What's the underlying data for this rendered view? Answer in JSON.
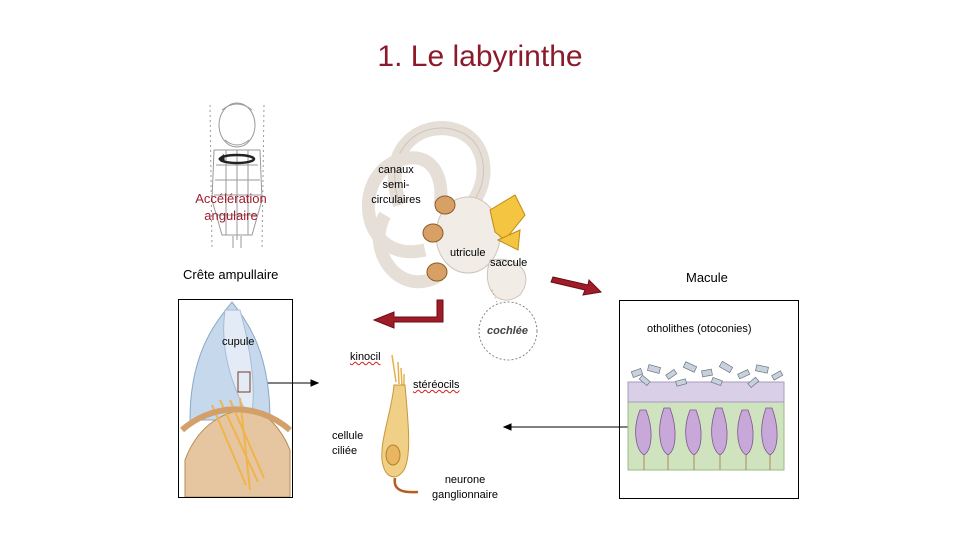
{
  "slide": {
    "title": "1. Le labyrinthe",
    "acceleration": "Accélération angulaire",
    "crete_title": "Crête ampullaire",
    "macule_title": "Macule",
    "labels": {
      "canaux": "canaux semi-circulaires",
      "canaux_l1": "canaux",
      "canaux_l2": "semi-",
      "canaux_l3": "circulaires",
      "utricule": "utricule",
      "saccule": "saccule",
      "cochlee": "cochlée",
      "cupule": "cupule",
      "kinocil": "kinocil",
      "stereocils": "stéréocils",
      "cellule_l1": "cellule",
      "cellule_l2": "ciliée",
      "neurone_l1": "neurone",
      "neurone_l2": "ganglionnaire",
      "otolithes": "otholithes (otoconies)"
    },
    "colors": {
      "title": "#8b1a2b",
      "accent_red": "#a0202f",
      "arrow_red": "#a01c28"
    }
  }
}
